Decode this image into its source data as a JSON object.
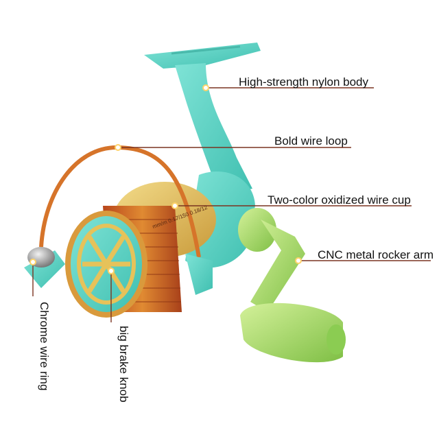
{
  "callouts": {
    "body": "High-strength nylon body",
    "wire_loop": "Bold wire loop",
    "wire_cup": "Two-color oxidized wire cup",
    "rocker_arm": "CNC metal rocker arm",
    "wire_ring": "Chrome wire ring",
    "brake_knob": "big brake knob"
  },
  "spool_print": "mm/m 0.17/150 0.18/12",
  "colors": {
    "teal": "#5fd6c7",
    "gold": "#e6c25a",
    "orange": "#d6742a",
    "green": "#a9dd6a",
    "leader": "#7a3320"
  }
}
